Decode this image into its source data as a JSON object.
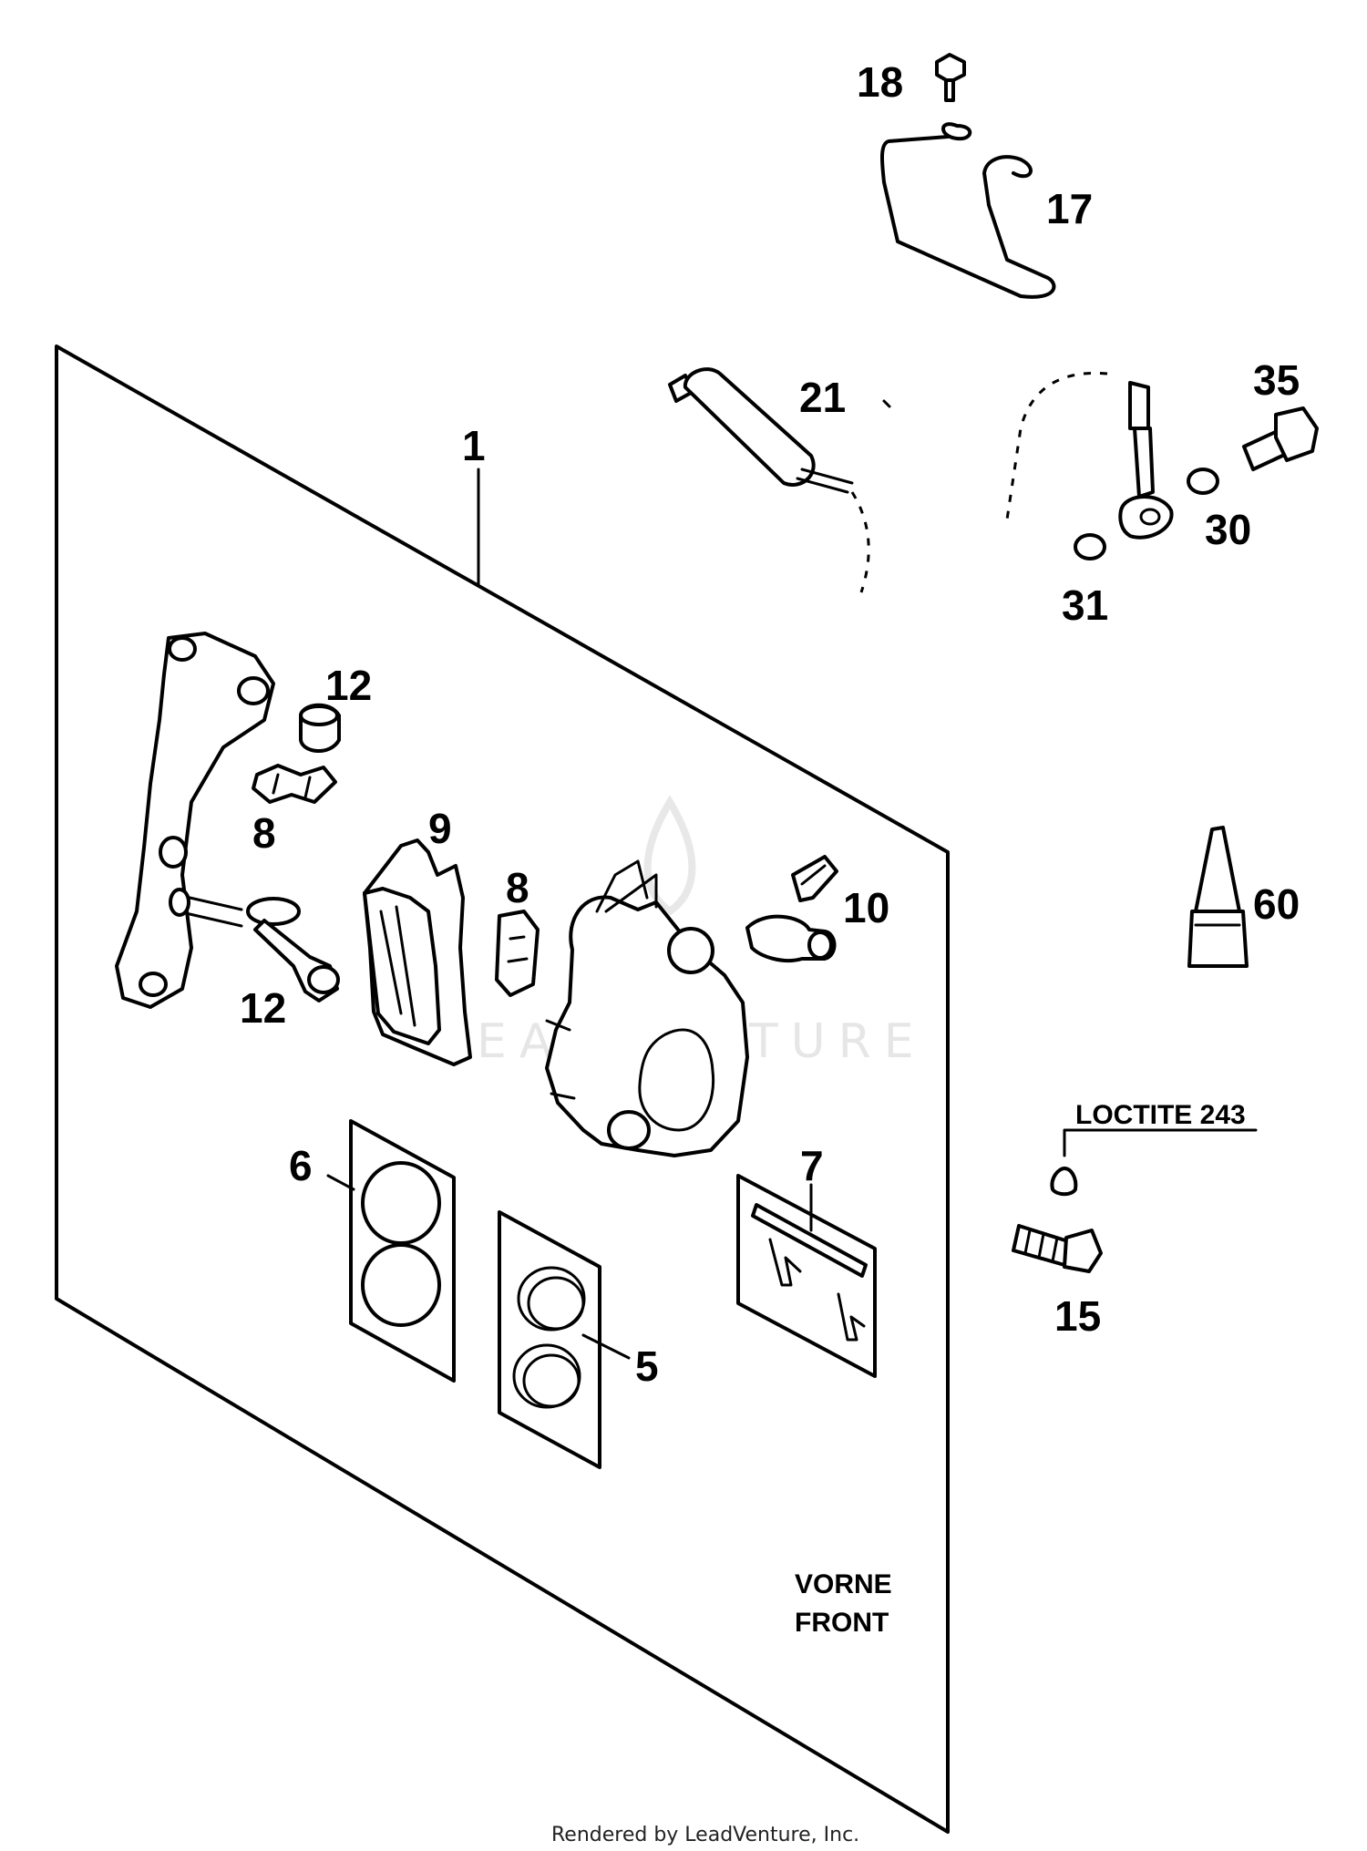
{
  "labels": {
    "p1": "1",
    "p5": "5",
    "p6": "6",
    "p7": "7",
    "p8a": "8",
    "p8b": "8",
    "p9": "9",
    "p10": "10",
    "p12a": "12",
    "p12b": "12",
    "p15": "15",
    "p17": "17",
    "p18": "18",
    "p21": "21",
    "p30": "30",
    "p31": "31",
    "p35": "35",
    "p60": "60"
  },
  "notes": {
    "loctite": "LOCTITE 243",
    "vorne": "VORNE",
    "front": "FRONT"
  },
  "watermark": "LEADVENTURE",
  "footer": "Rendered by LeadVenture, Inc."
}
